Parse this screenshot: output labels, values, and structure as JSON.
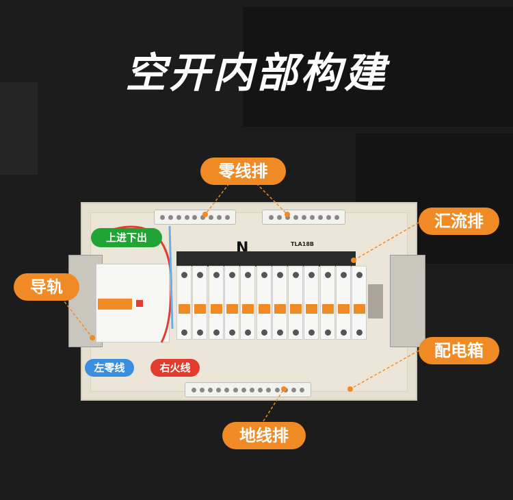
{
  "title": "空开内部构建",
  "labels": {
    "neutral_bar": "零线排",
    "busbar": "汇流排",
    "in_out": "上进下出",
    "rail": "导轨",
    "box": "配电箱",
    "left_neutral": "左零线",
    "right_live": "右火线",
    "ground_bar": "地线排"
  },
  "product": {
    "n_mark": "N",
    "model": "TLA18B"
  },
  "colors": {
    "accent": "#f08a24",
    "green": "#22a336",
    "blue": "#3a8ee0",
    "red": "#e33b2e"
  }
}
